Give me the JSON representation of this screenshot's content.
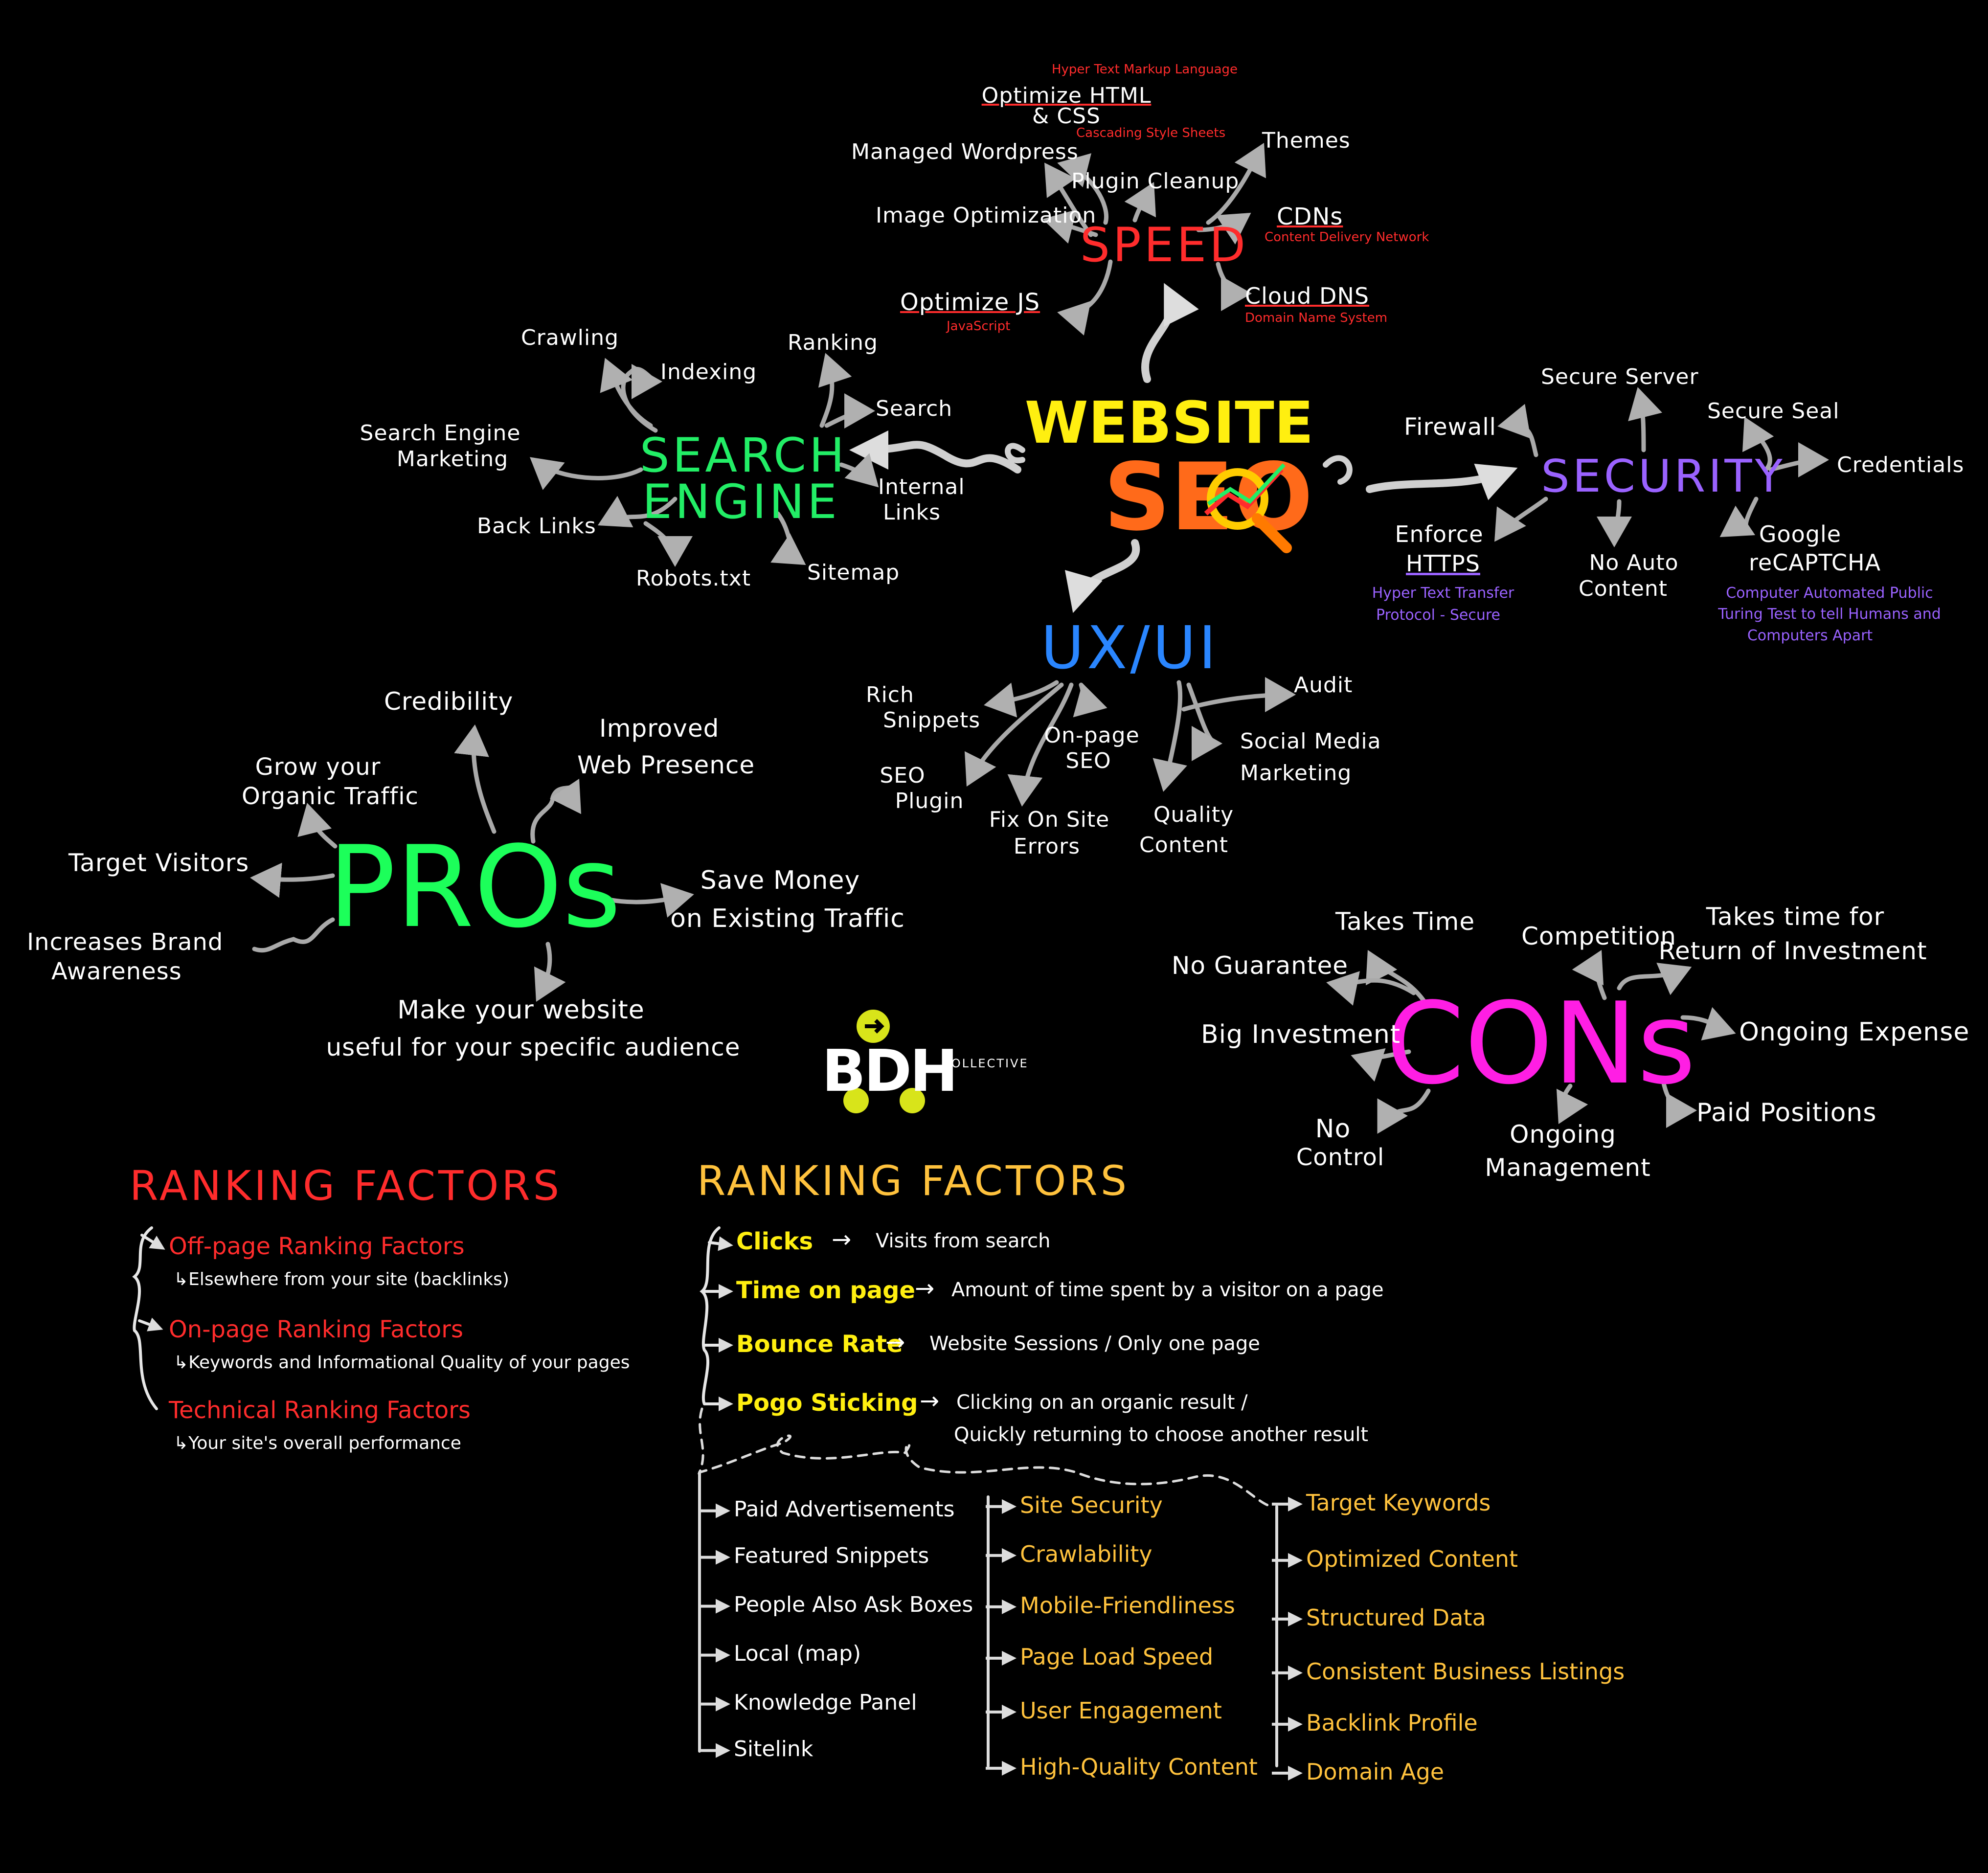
{
  "center": {
    "line1": "WEBSITE",
    "line2": "SEO"
  },
  "speed": {
    "title": "SPEED",
    "html_abbr_full": "Hyper Text Markup Language",
    "optimize_html": "Optimize HTML",
    "and_css": "& CSS",
    "css_abbr_full": "Cascading Style Sheets",
    "managed_wp": "Managed Wordpress",
    "plugin_cleanup": "Plugin Cleanup",
    "themes": "Themes",
    "image_opt": "Image Optimization",
    "cdns": "CDNs",
    "cdn_full": "Content Delivery Network",
    "optimize_js": "Optimize JS",
    "js_full": "JavaScript",
    "cloud_dns": "Cloud DNS",
    "dns_full": "Domain Name System"
  },
  "search": {
    "title1": "SEARCH",
    "title2": "ENGINE",
    "crawling": "Crawling",
    "indexing": "Indexing",
    "ranking": "Ranking",
    "search": "Search",
    "sem1": "Search Engine",
    "sem2": "Marketing",
    "internal1": "Internal",
    "internal2": "Links",
    "backlinks": "Back Links",
    "robots": "Robots.txt",
    "sitemap": "Sitemap"
  },
  "security": {
    "title": "SECURITY",
    "secure_server": "Secure Server",
    "firewall": "Firewall",
    "secure_seal": "Secure Seal",
    "credentials": "Credentials",
    "enforce": "Enforce",
    "https": "HTTPS",
    "https_full1": "Hyper Text Transfer",
    "https_full2": "Protocol - Secure",
    "no_auto1": "No Auto",
    "no_auto2": "Content",
    "google": "Google",
    "recaptcha": "reCAPTCHA",
    "captcha_full1": "Computer Automated Public",
    "captcha_full2": "Turing Test to tell Humans and",
    "captcha_full3": "Computers Apart"
  },
  "ux": {
    "title": "UX/UI",
    "rich1": "Rich",
    "rich2": "Snippets",
    "audit": "Audit",
    "onpage1": "On-page",
    "onpage2": "SEO",
    "social1": "Social Media",
    "social2": "Marketing",
    "seoplugin1": "SEO",
    "seoplugin2": "Plugin",
    "fix1": "Fix On Site",
    "fix2": "Errors",
    "quality1": "Quality",
    "quality2": "Content"
  },
  "pros": {
    "title": "PROs",
    "credibility": "Credibility",
    "improved1": "Improved",
    "improved2": "Web Presence",
    "grow1": "Grow your",
    "grow2": "Organic Traffic",
    "target": "Target Visitors",
    "save1": "Save Money",
    "save2": "on Existing Traffic",
    "brand1": "Increases Brand",
    "brand2": "Awareness",
    "useful1": "Make your website",
    "useful2": "useful for your specific audience"
  },
  "cons": {
    "title": "CONs",
    "takes_time": "Takes Time",
    "competition": "Competition",
    "roi1": "Takes time for",
    "roi2": "Return of Investment",
    "no_guarantee": "No Guarantee",
    "big_investment": "Big Investment",
    "ongoing_expense": "Ongoing Expense",
    "no_control1": "No",
    "no_control2": "Control",
    "ongoing_mgmt1": "Ongoing",
    "ongoing_mgmt2": "Management",
    "paid_positions": "Paid Positions"
  },
  "logo": {
    "letters": "BDH",
    "word": "COLLECTIVE"
  },
  "ranking_left": {
    "title": "RANKING FACTORS",
    "items": [
      {
        "label": "Off-page Ranking Factors",
        "desc": "↳Elsewhere from your site (backlinks)"
      },
      {
        "label": "On-page Ranking Factors",
        "desc": "↳Keywords and Informational Quality of your pages"
      },
      {
        "label": "Technical Ranking Factors",
        "desc": "↳Your site's overall performance"
      }
    ]
  },
  "ranking_right": {
    "title": "RANKING FACTORS",
    "rows": [
      {
        "label": "Clicks",
        "desc": "Visits from search"
      },
      {
        "label": "Time on page",
        "desc": "Amount of time spent by a visitor on a page"
      },
      {
        "label": "Bounce Rate",
        "desc": "Website Sessions / Only one page"
      },
      {
        "label": "Pogo Sticking",
        "desc": "Clicking on an organic result /",
        "desc2": "Quickly returning to choose another result"
      }
    ],
    "col1": [
      "Paid Advertisements",
      "Featured Snippets",
      "People Also Ask Boxes",
      "Local (map)",
      "Knowledge Panel",
      "Sitelink"
    ],
    "col2": [
      "Site Security",
      "Crawlability",
      "Mobile-Friendliness",
      "Page Load Speed",
      "User Engagement",
      "High-Quality Content"
    ],
    "col3": [
      "Target Keywords",
      "Optimized Content",
      "Structured Data",
      "Consistent Business Listings",
      "Backlink Profile",
      "Domain Age"
    ]
  },
  "colors": {
    "speed": "#ff2c2c",
    "search": "#22ee66",
    "security": "#9a62ff",
    "ux": "#2a86ff",
    "pros": "#1cff5a",
    "cons": "#ff1ee4",
    "ranking_left": "#ff2c2c",
    "ranking_right": "#ffc23d",
    "lines": "#aaaaaa"
  }
}
